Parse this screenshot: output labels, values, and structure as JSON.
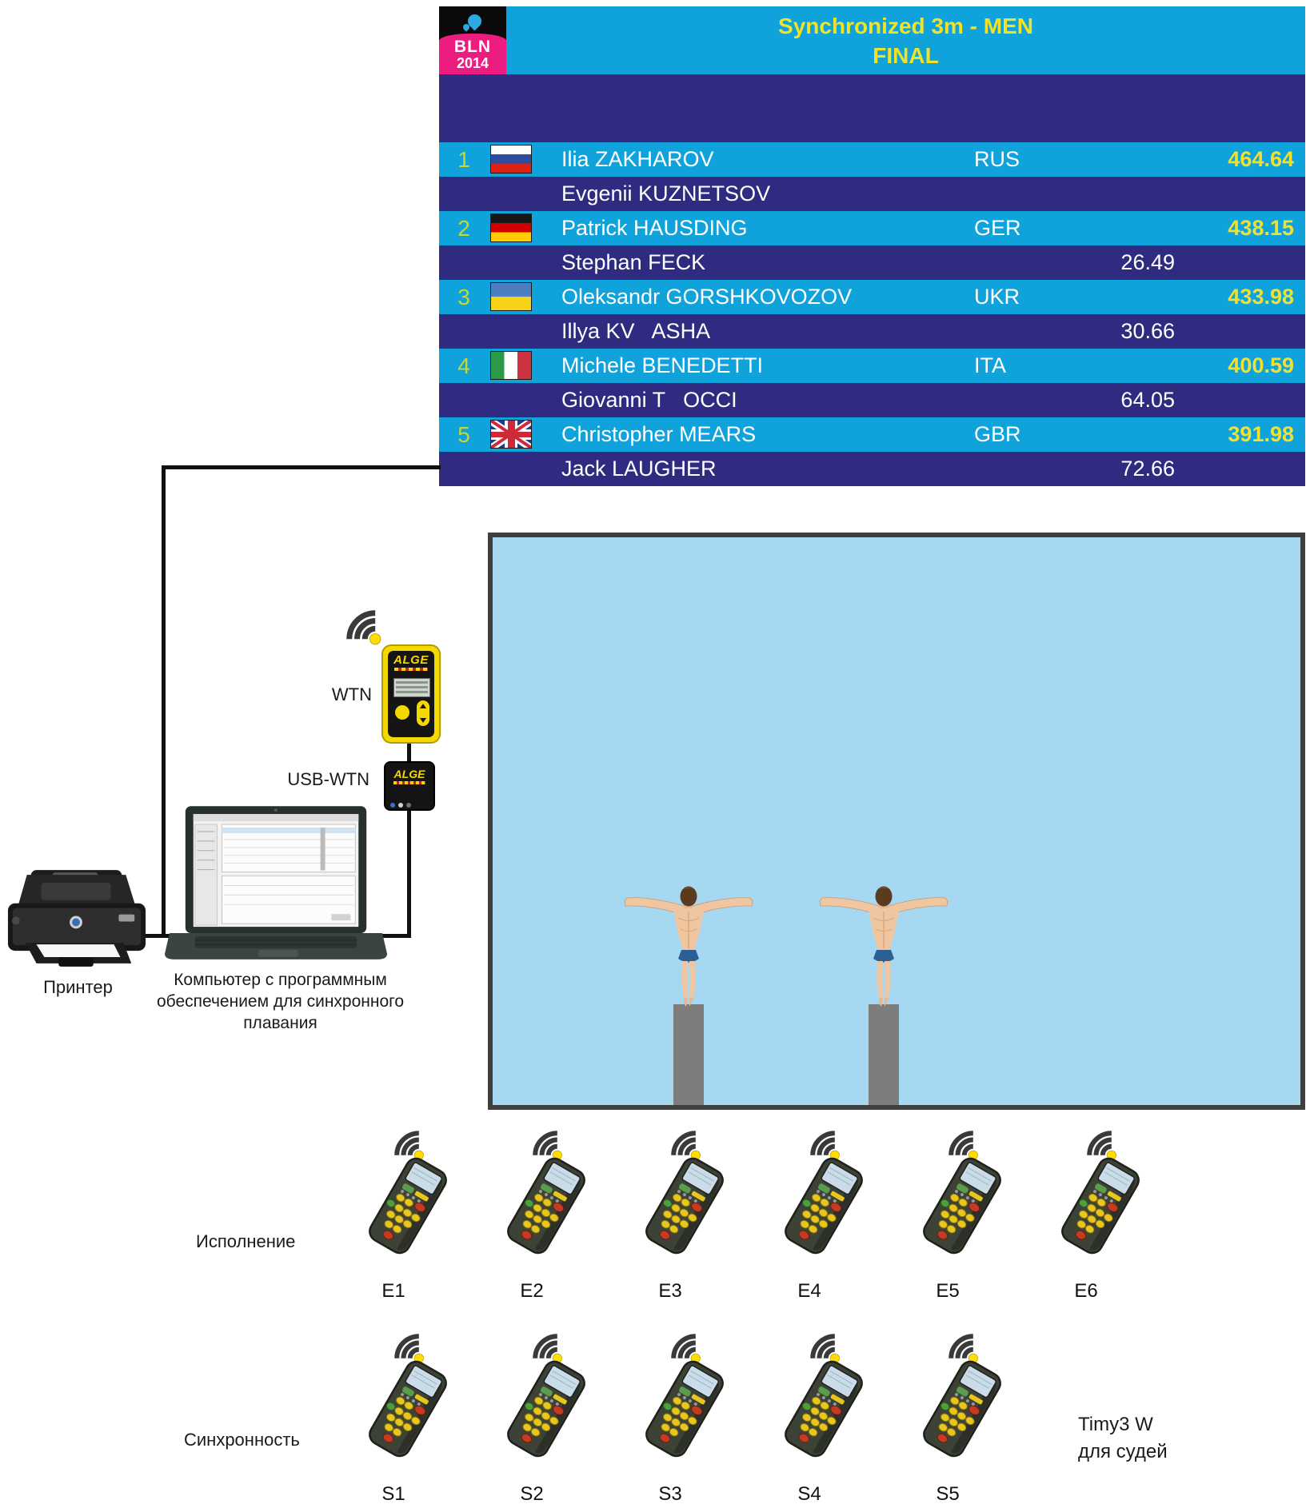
{
  "colors": {
    "row_light": "#10A2DB",
    "row_dark": "#2F2B80",
    "title_yellow": "#F0E229",
    "score_yellow": "#EFE132",
    "rank_yellow": "#C4D833",
    "logo_pink": "#EC1C80",
    "logo_drop_blue": "#2FA8DF",
    "pool_fill": "#A6D8F2",
    "pool_border": "#3F3F3F",
    "platform_gray": "#7D7D7D",
    "wire_black": "#101010",
    "wifi_dot_yellow": "#FFDD00",
    "alge_yellow": "#F5D800"
  },
  "scoreboard": {
    "logo_line1": "BLN",
    "logo_line2": "2014",
    "title_line1": "Synchronized 3m - MEN",
    "title_line2": "FINAL",
    "rows": [
      {
        "rank": "1",
        "flag": "rus",
        "name": "Ilia ZAKHAROV",
        "noc": "RUS",
        "total": "464.64",
        "partner": "Evgenii KUZNETSOV",
        "partner_score": ""
      },
      {
        "rank": "2",
        "flag": "ger",
        "name": "Patrick HAUSDING",
        "noc": "GER",
        "total": "438.15",
        "partner": "Stephan FECK",
        "partner_score": "26.49"
      },
      {
        "rank": "3",
        "flag": "ukr",
        "name": "Oleksandr GORSHKOVOZOV",
        "noc": "UKR",
        "total": "433.98",
        "partner": "Illya KV   ASHA",
        "partner_score": "30.66"
      },
      {
        "rank": "4",
        "flag": "ita",
        "name": "Michele BENEDETTI",
        "noc": "ITA",
        "total": "400.59",
        "partner": "Giovanni T   OCCI",
        "partner_score": "64.05"
      },
      {
        "rank": "5",
        "flag": "gbr",
        "name": "Christopher MEARS",
        "noc": "GBR",
        "total": "391.98",
        "partner": "Jack LAUGHER",
        "partner_score": "72.66"
      }
    ]
  },
  "equipment": {
    "wtn_label": "WTN",
    "usb_wtn_label": "USB-WTN",
    "alge_brand": "ALGE",
    "printer_label": "Принтер",
    "computer_label_lines": [
      "Компьютер с программным",
      "обеспечением для синхронного",
      "плавания"
    ]
  },
  "judges": {
    "execution_label": "Исполнение",
    "sync_label": "Синхронность",
    "execution_devices": [
      "E1",
      "E2",
      "E3",
      "E4",
      "E5",
      "E6"
    ],
    "sync_devices": [
      "S1",
      "S2",
      "S3",
      "S4",
      "S5"
    ],
    "timy_note_line1": "Timy3 W",
    "timy_note_line2": "для судей"
  }
}
